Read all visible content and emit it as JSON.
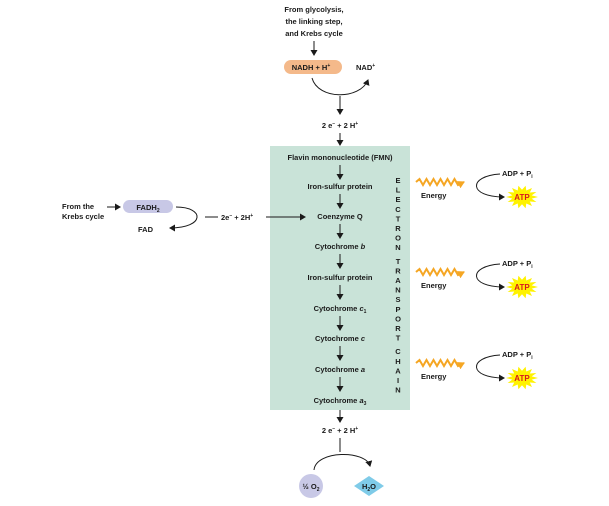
{
  "source_top": {
    "line1": "From glycolysis,",
    "line2": "the linking step,",
    "line3": "and Krebs cycle"
  },
  "nadh": "NADH + H",
  "nadh_sup": "+",
  "nad": "NAD",
  "nad_sup": "+",
  "electrons_top": {
    "text": "2 e",
    "sup1": "–",
    "text2": " + 2 H",
    "sup2": "+"
  },
  "chain": {
    "fmn": "Flavin mononucleotide (FMN)",
    "fes1": "Iron-sulfur protein",
    "coq": "Coenzyme Q",
    "cytb": "Cytochrome",
    "cytb_italic": "b",
    "fes2": "Iron-sulfur protein",
    "cytc1": "Cytochrome",
    "cytc1_italic": "c",
    "cytc1_sub": "1",
    "cytc": "Cytochrome",
    "cytc_italic": "c",
    "cyta": "Cytochrome",
    "cyta_italic": "a",
    "cyta3": "Cytochrome",
    "cyta3_italic": "a",
    "cyta3_sub": "3",
    "vertical": [
      "E",
      "L",
      "E",
      "C",
      "T",
      "R",
      "O",
      "N",
      "",
      "T",
      "R",
      "A",
      "N",
      "S",
      "P",
      "O",
      "R",
      "T",
      "",
      "C",
      "H",
      "A",
      "I",
      "N"
    ]
  },
  "krebs": {
    "line1": "From the",
    "line2": "Krebs cycle"
  },
  "fadh": "FADH",
  "fadh_sub": "2",
  "fad": "FAD",
  "fad_electrons": {
    "text": "2e",
    "sup1": "–",
    "text2": " + 2H",
    "sup2": "+"
  },
  "energy": "Energy",
  "adp": "ADP + P",
  "adp_sub": "i",
  "atp": "ATP",
  "electrons_bottom": {
    "text": "2 e",
    "sup1": "–",
    "text2": " + 2 H",
    "sup2": "+"
  },
  "oxygen": "½ O",
  "oxygen_sub": "2",
  "water": "H",
  "water_sub": "2",
  "water_tail": "O",
  "colors": {
    "chain_box": "#c9e3d8",
    "nadh_pill": "#f4b98a",
    "fadh_pill": "#c8c8e6",
    "oxygen_circle": "#c8c8e6",
    "water_diamond": "#7fcbe8",
    "atp_burst": "#fff200",
    "energy_zigzag": "#f5a623"
  }
}
